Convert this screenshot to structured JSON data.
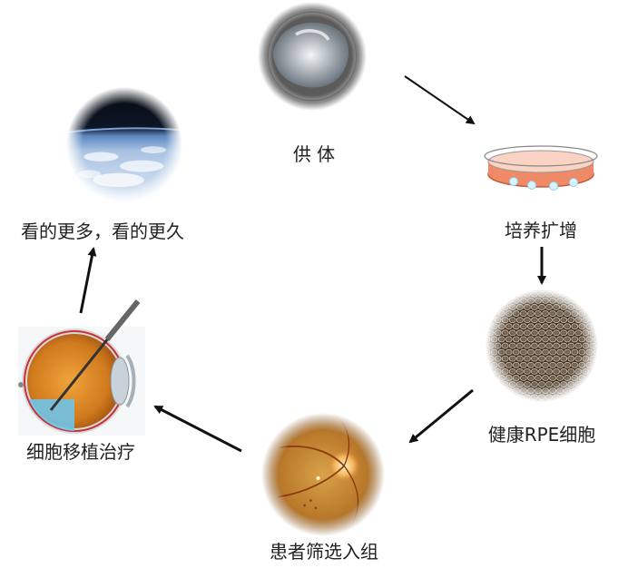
{
  "diagram": {
    "nodes": [
      {
        "id": "donor",
        "label": "供 体",
        "icon": "donor-eye-tissue-image"
      },
      {
        "id": "culture",
        "label": "培养扩增",
        "icon": "petri-dish-culture-image"
      },
      {
        "id": "rpe",
        "label": "健康RPE细胞",
        "icon": "rpe-cell-micrograph-image"
      },
      {
        "id": "patient",
        "label": "患者筛选入组",
        "icon": "retina-fundus-image"
      },
      {
        "id": "transplant",
        "label": "细胞移植治疗",
        "icon": "eye-injection-diagram-image"
      },
      {
        "id": "outcome",
        "label": "看的更多，看的更久",
        "icon": "earth-horizon-image"
      }
    ],
    "flow": [
      "donor",
      "culture",
      "rpe",
      "patient",
      "transplant",
      "outcome"
    ],
    "colors": {
      "arrow": "#111111",
      "dish_medium": "#f08a66",
      "cells": "#6b5a48",
      "fundus": "#c98a34",
      "sky": "#0d1626",
      "earth_cloud": "#dfe9f5"
    }
  }
}
